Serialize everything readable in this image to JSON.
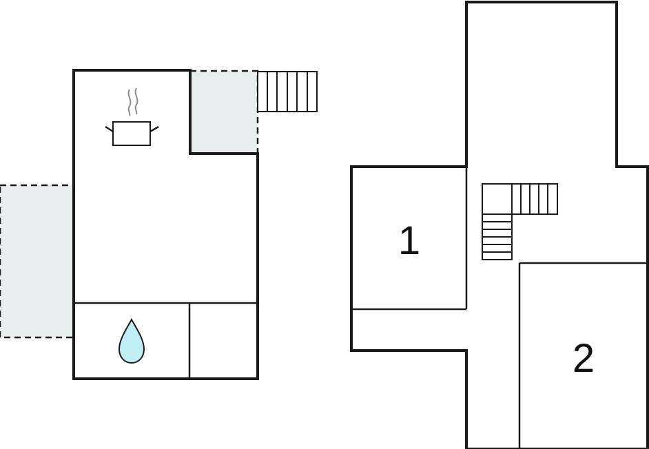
{
  "colors": {
    "wall": "#1a1a1a",
    "terrace_fill": "#e8eded",
    "water_drop": "#bfeef5",
    "steam": "#8a8a8a"
  },
  "icons": [
    "kitchen-pot-icon",
    "water-drop-icon"
  ],
  "floors": [
    {
      "rooms": [
        {
          "label": "",
          "kind": "kitchen-living"
        },
        {
          "label": "",
          "kind": "bathroom"
        },
        {
          "label": "",
          "kind": "small-room"
        }
      ],
      "terraces": 2,
      "stairs": 1
    },
    {
      "rooms": [
        {
          "label": "1",
          "kind": "bedroom"
        },
        {
          "label": "2",
          "kind": "bedroom"
        }
      ],
      "stairs": 1
    }
  ]
}
